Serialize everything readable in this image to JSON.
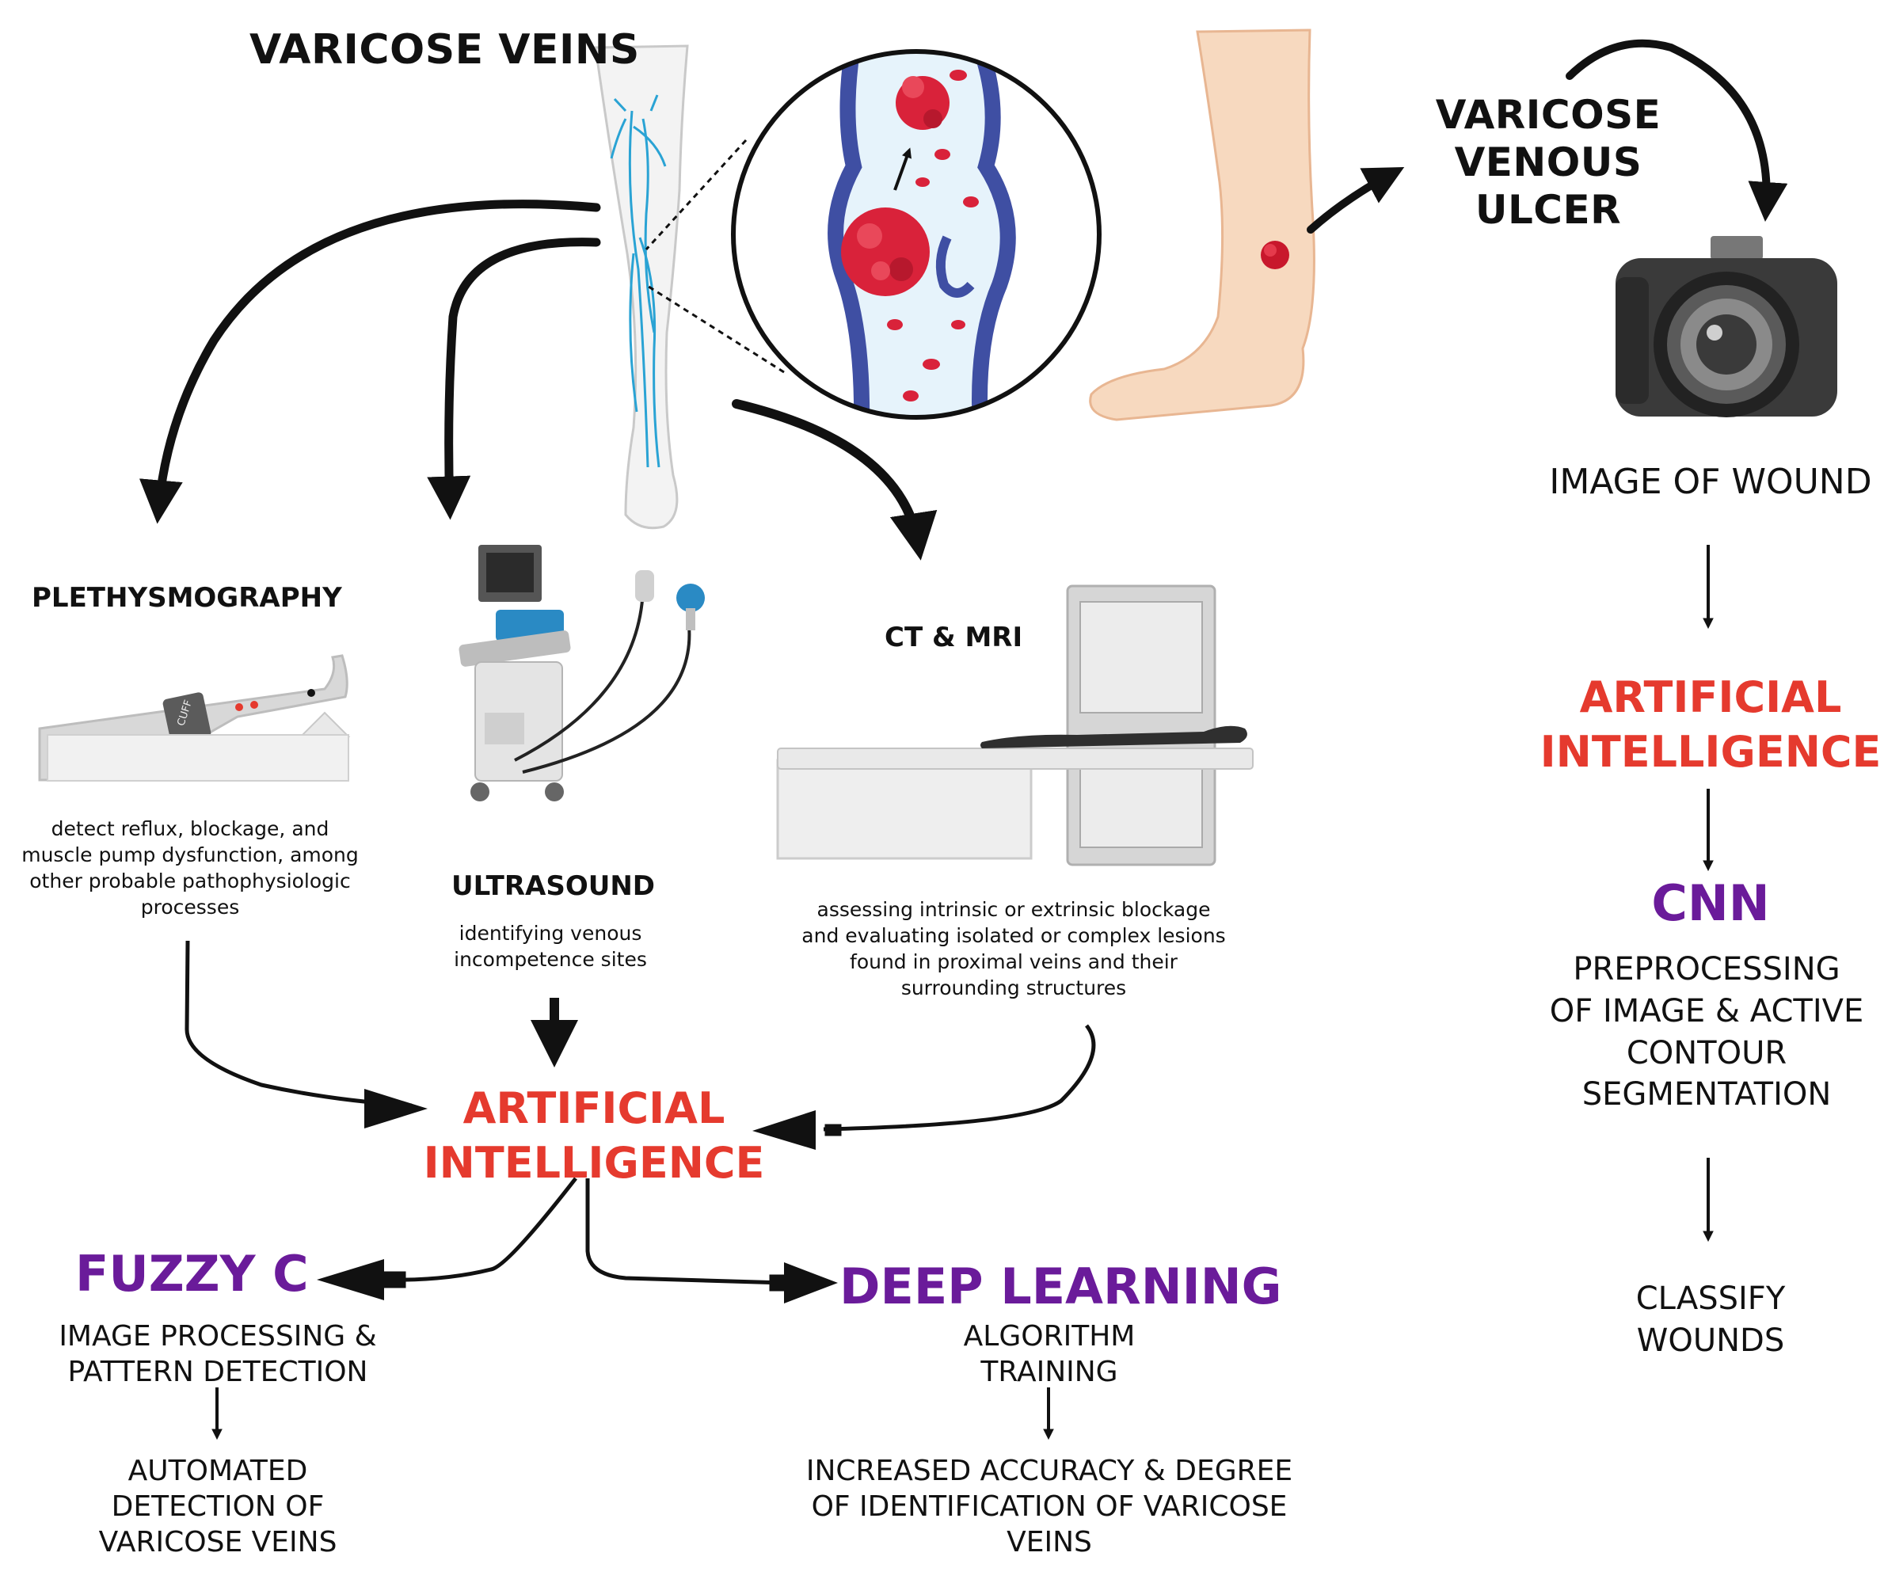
{
  "varicose_title": "VARICOSE VEINS",
  "ulcer_title_lines": [
    "VARICOSE",
    "VENOUS",
    "ULCER"
  ],
  "image_of_wound": "IMAGE OF WOUND",
  "right_ai": [
    "ARTIFICIAL",
    "INTELLIGENCE"
  ],
  "cnn": "CNN",
  "cnn_desc": [
    "PREPROCESSING",
    "OF IMAGE & ACTIVE",
    "CONTOUR",
    "SEGMENTATION"
  ],
  "classify": [
    "CLASSIFY",
    "WOUNDS"
  ],
  "plethysmography": "PLETHYSMOGRAPHY",
  "plethysmography_desc": "detect reflux, blockage, and muscle pump dysfunction, among other probable pathophysiologic processes",
  "cuff_label": "CUFF",
  "ultrasound": "ULTRASOUND",
  "ultrasound_desc": "identifying venous incompetence sites",
  "ct_mri": "CT & MRI",
  "ct_mri_desc": "assessing intrinsic or extrinsic blockage and evaluating isolated or complex lesions found in proximal veins and their surrounding structures",
  "center_ai": [
    "ARTIFICIAL",
    "INTELLIGENCE"
  ],
  "fuzzy": "FUZZY C",
  "fuzzy_desc": [
    "IMAGE PROCESSING &",
    "PATTERN DETECTION"
  ],
  "fuzzy_result": [
    "AUTOMATED",
    "DETECTION OF",
    "VARICOSE VEINS"
  ],
  "deep": "DEEP LEARNING",
  "deep_desc": [
    "ALGORITHM",
    "TRAINING"
  ],
  "deep_result": [
    "INCREASED ACCURACY & DEGREE",
    "OF IDENTIFICATION OF VARICOSE",
    "VEINS"
  ],
  "colors": {
    "ai_red": "#e53a2e",
    "purple": "#6a1b9a",
    "vein_blue": "#3f4fa3",
    "blood_red": "#d9223a"
  }
}
